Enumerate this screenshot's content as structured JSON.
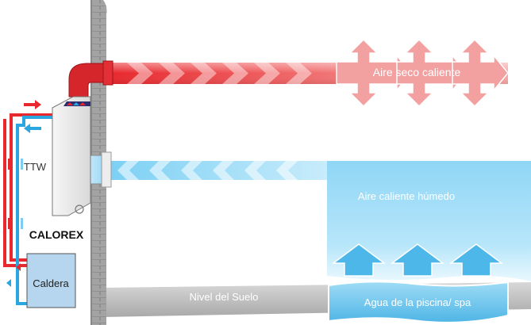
{
  "labels": {
    "hot_dry_air": "Aire seco caliente",
    "unit_model": "TTW",
    "brand": "CALOREX",
    "humid_warm_air": "Aire caliente húmedo",
    "boiler": "Caldera",
    "ground_level": "Nivel del Suelo",
    "pool_water": "Agua de la piscina/ spa"
  },
  "colors": {
    "hot": "#e8282d",
    "cold": "#2aa7e0",
    "humid_panel": "#9fdcf6",
    "wall": "#9c9c9c",
    "unit": "#ececec",
    "boiler_fill": "#b5d6ee",
    "ground": "#c4c4c4"
  },
  "icons": {
    "hot_arrows": "right-arrow-chevron-icon",
    "cold_arrows": "left-arrow-chevron-icon",
    "rising_vapor": "up-arrow-icon",
    "star_burst": "diamond-arrow-icon"
  }
}
